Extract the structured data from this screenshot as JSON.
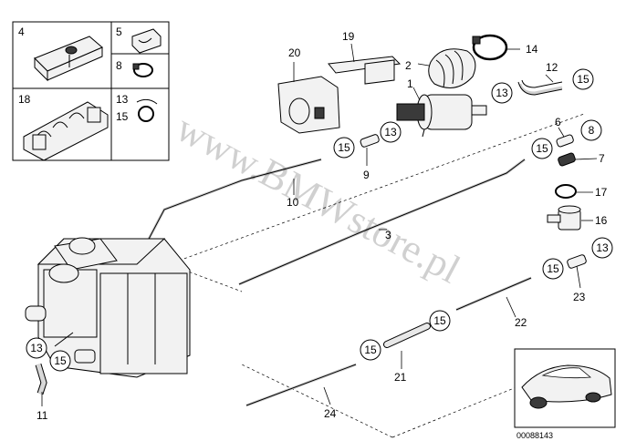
{
  "panel": {
    "box_labels": [
      "4",
      "5",
      "8",
      "18",
      "13",
      "15"
    ]
  },
  "labels": {
    "l1": "1",
    "l2": "2",
    "l3": "3",
    "l6": "6",
    "l7": "7",
    "l9": "9",
    "l10": "10",
    "l11": "11",
    "l12": "12",
    "l14": "14",
    "l16": "16",
    "l17": "17",
    "l19": "19",
    "l20": "20",
    "l21": "21",
    "l22": "22",
    "l23": "23",
    "l24": "24"
  },
  "circles": {
    "c15a": "15",
    "c13a": "13",
    "c15b": "15",
    "c13b": "13",
    "c15c": "15",
    "c8": "8",
    "c13c": "13",
    "c15d": "15",
    "c15e": "15",
    "c15f": "15",
    "c13d": "13",
    "c15g": "15"
  },
  "watermark": "www.BMWstore.pl",
  "image_code": "00088143"
}
